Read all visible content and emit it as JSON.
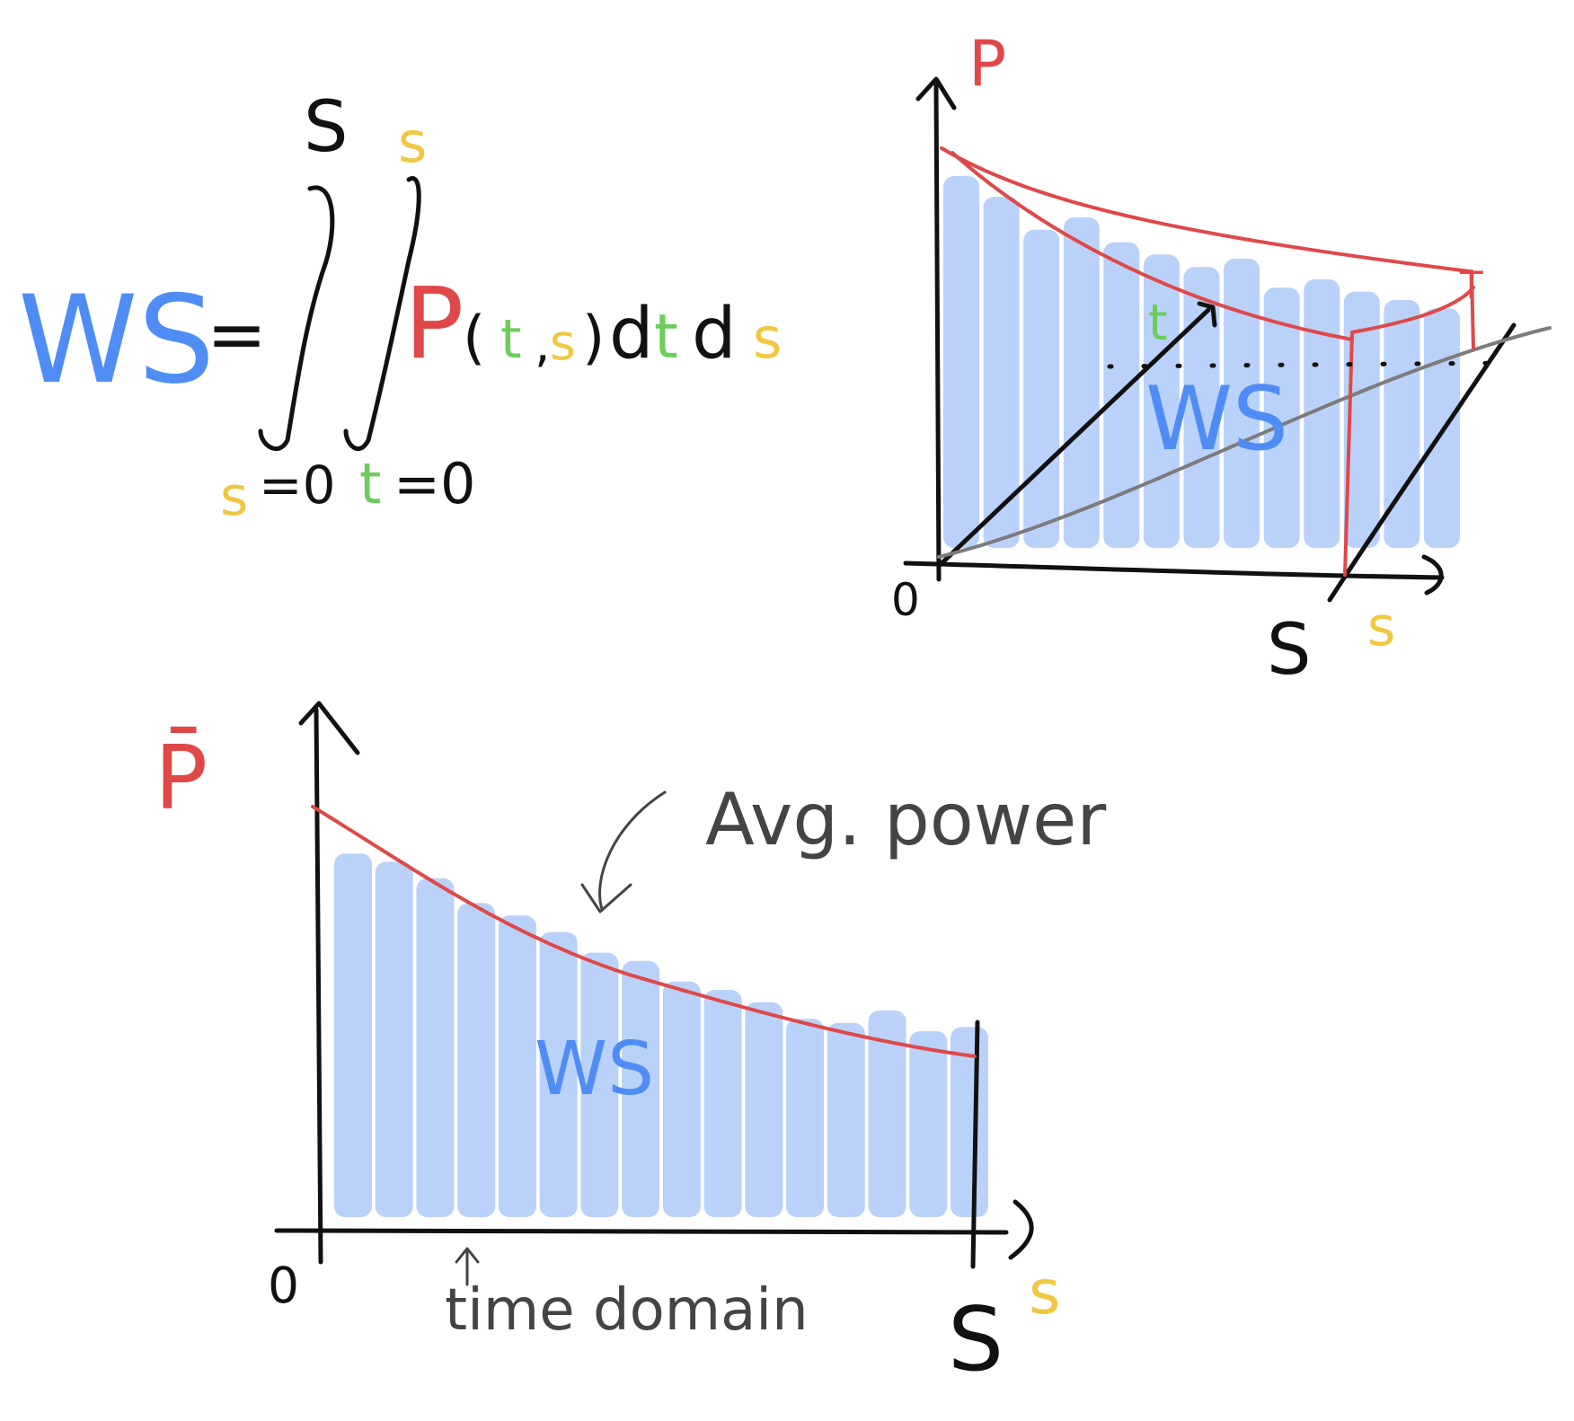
{
  "colors": {
    "black": "#111111",
    "red": "#e04848",
    "blue": "#4f8df5",
    "yellow": "#f2c640",
    "green": "#6ccc5c",
    "bar_blue": "#8fb7f6",
    "gray": "#7c7c7c"
  },
  "formula": {
    "lhs": "WS",
    "equals": "=",
    "upper_s": "S",
    "upper_s_inner": "s",
    "integrand_p": "P",
    "paren_open": "(",
    "arg_t": "t",
    "comma": ",",
    "arg_s": "s",
    "paren_close": ")",
    "d1": "d",
    "dt_var": "t",
    "d2": "d",
    "ds_var": "s",
    "lower_outer_var": "s",
    "lower_outer_eq": "=0",
    "lower_inner_var": "t",
    "lower_inner_eq": "=0"
  },
  "chart_3d": {
    "axis_p_label": "P",
    "origin_label": "0",
    "axis_s_end_label": "S",
    "axis_s_var_label": "s",
    "t_label": "t",
    "t_marker_label": "T",
    "area_label": "WS",
    "bar_values": [
      0.9,
      0.85,
      0.77,
      0.8,
      0.74,
      0.71,
      0.68,
      0.7,
      0.63,
      0.65,
      0.62,
      0.6,
      0.58
    ]
  },
  "chart_2d": {
    "y_axis_label": "P̄",
    "origin_label": "0",
    "x_end_label": "S",
    "x_var_label": "s",
    "area_label": "WS",
    "curve_annotation": "Avg. power",
    "axis_annotation": "time domain",
    "bar_values": [
      0.88,
      0.86,
      0.82,
      0.76,
      0.73,
      0.69,
      0.64,
      0.62,
      0.57,
      0.55,
      0.52,
      0.48,
      0.47,
      0.5,
      0.45,
      0.46
    ]
  }
}
